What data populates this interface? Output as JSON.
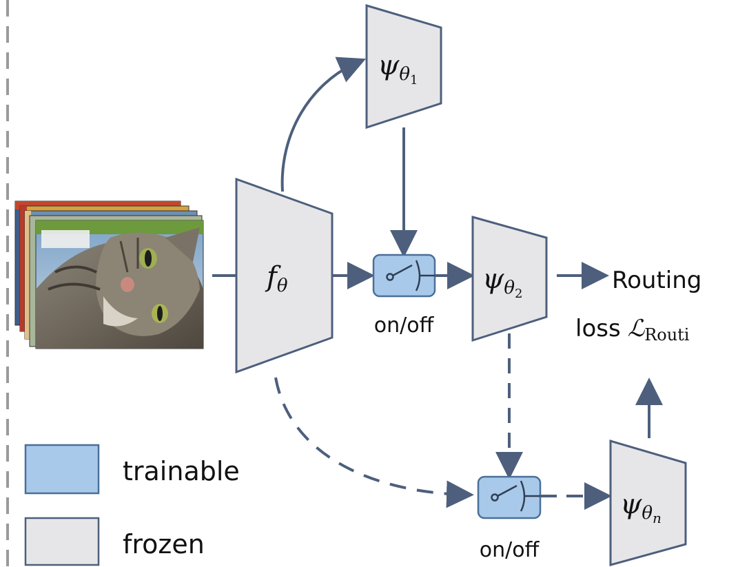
{
  "nodes": {
    "encoder": {
      "base": "f",
      "sub": "θ"
    },
    "head1": {
      "base": "ψ",
      "sub_base": "θ",
      "sub_index": "1"
    },
    "head2": {
      "base": "ψ",
      "sub_base": "θ",
      "sub_index": "2"
    },
    "headn": {
      "base": "ψ",
      "sub_base": "θ",
      "sub_index": "n"
    }
  },
  "switches": {
    "switch1_label": "on/off",
    "switch2_label": "on/off"
  },
  "output": {
    "line1": "Routing",
    "line2_prefix": "loss",
    "loss_symbol": "ℒ",
    "loss_sub": "Routi"
  },
  "legend": {
    "trainable_label": "trainable",
    "frozen_label": "frozen"
  },
  "colors": {
    "arrow": "#4d5f7c",
    "trainable_fill": "#a9c9ea",
    "trainable_stroke": "#4a6f98",
    "frozen_fill": "#e6e6e8",
    "frozen_stroke": "#4d5f7c",
    "border_dash": "#9a9a9a"
  }
}
